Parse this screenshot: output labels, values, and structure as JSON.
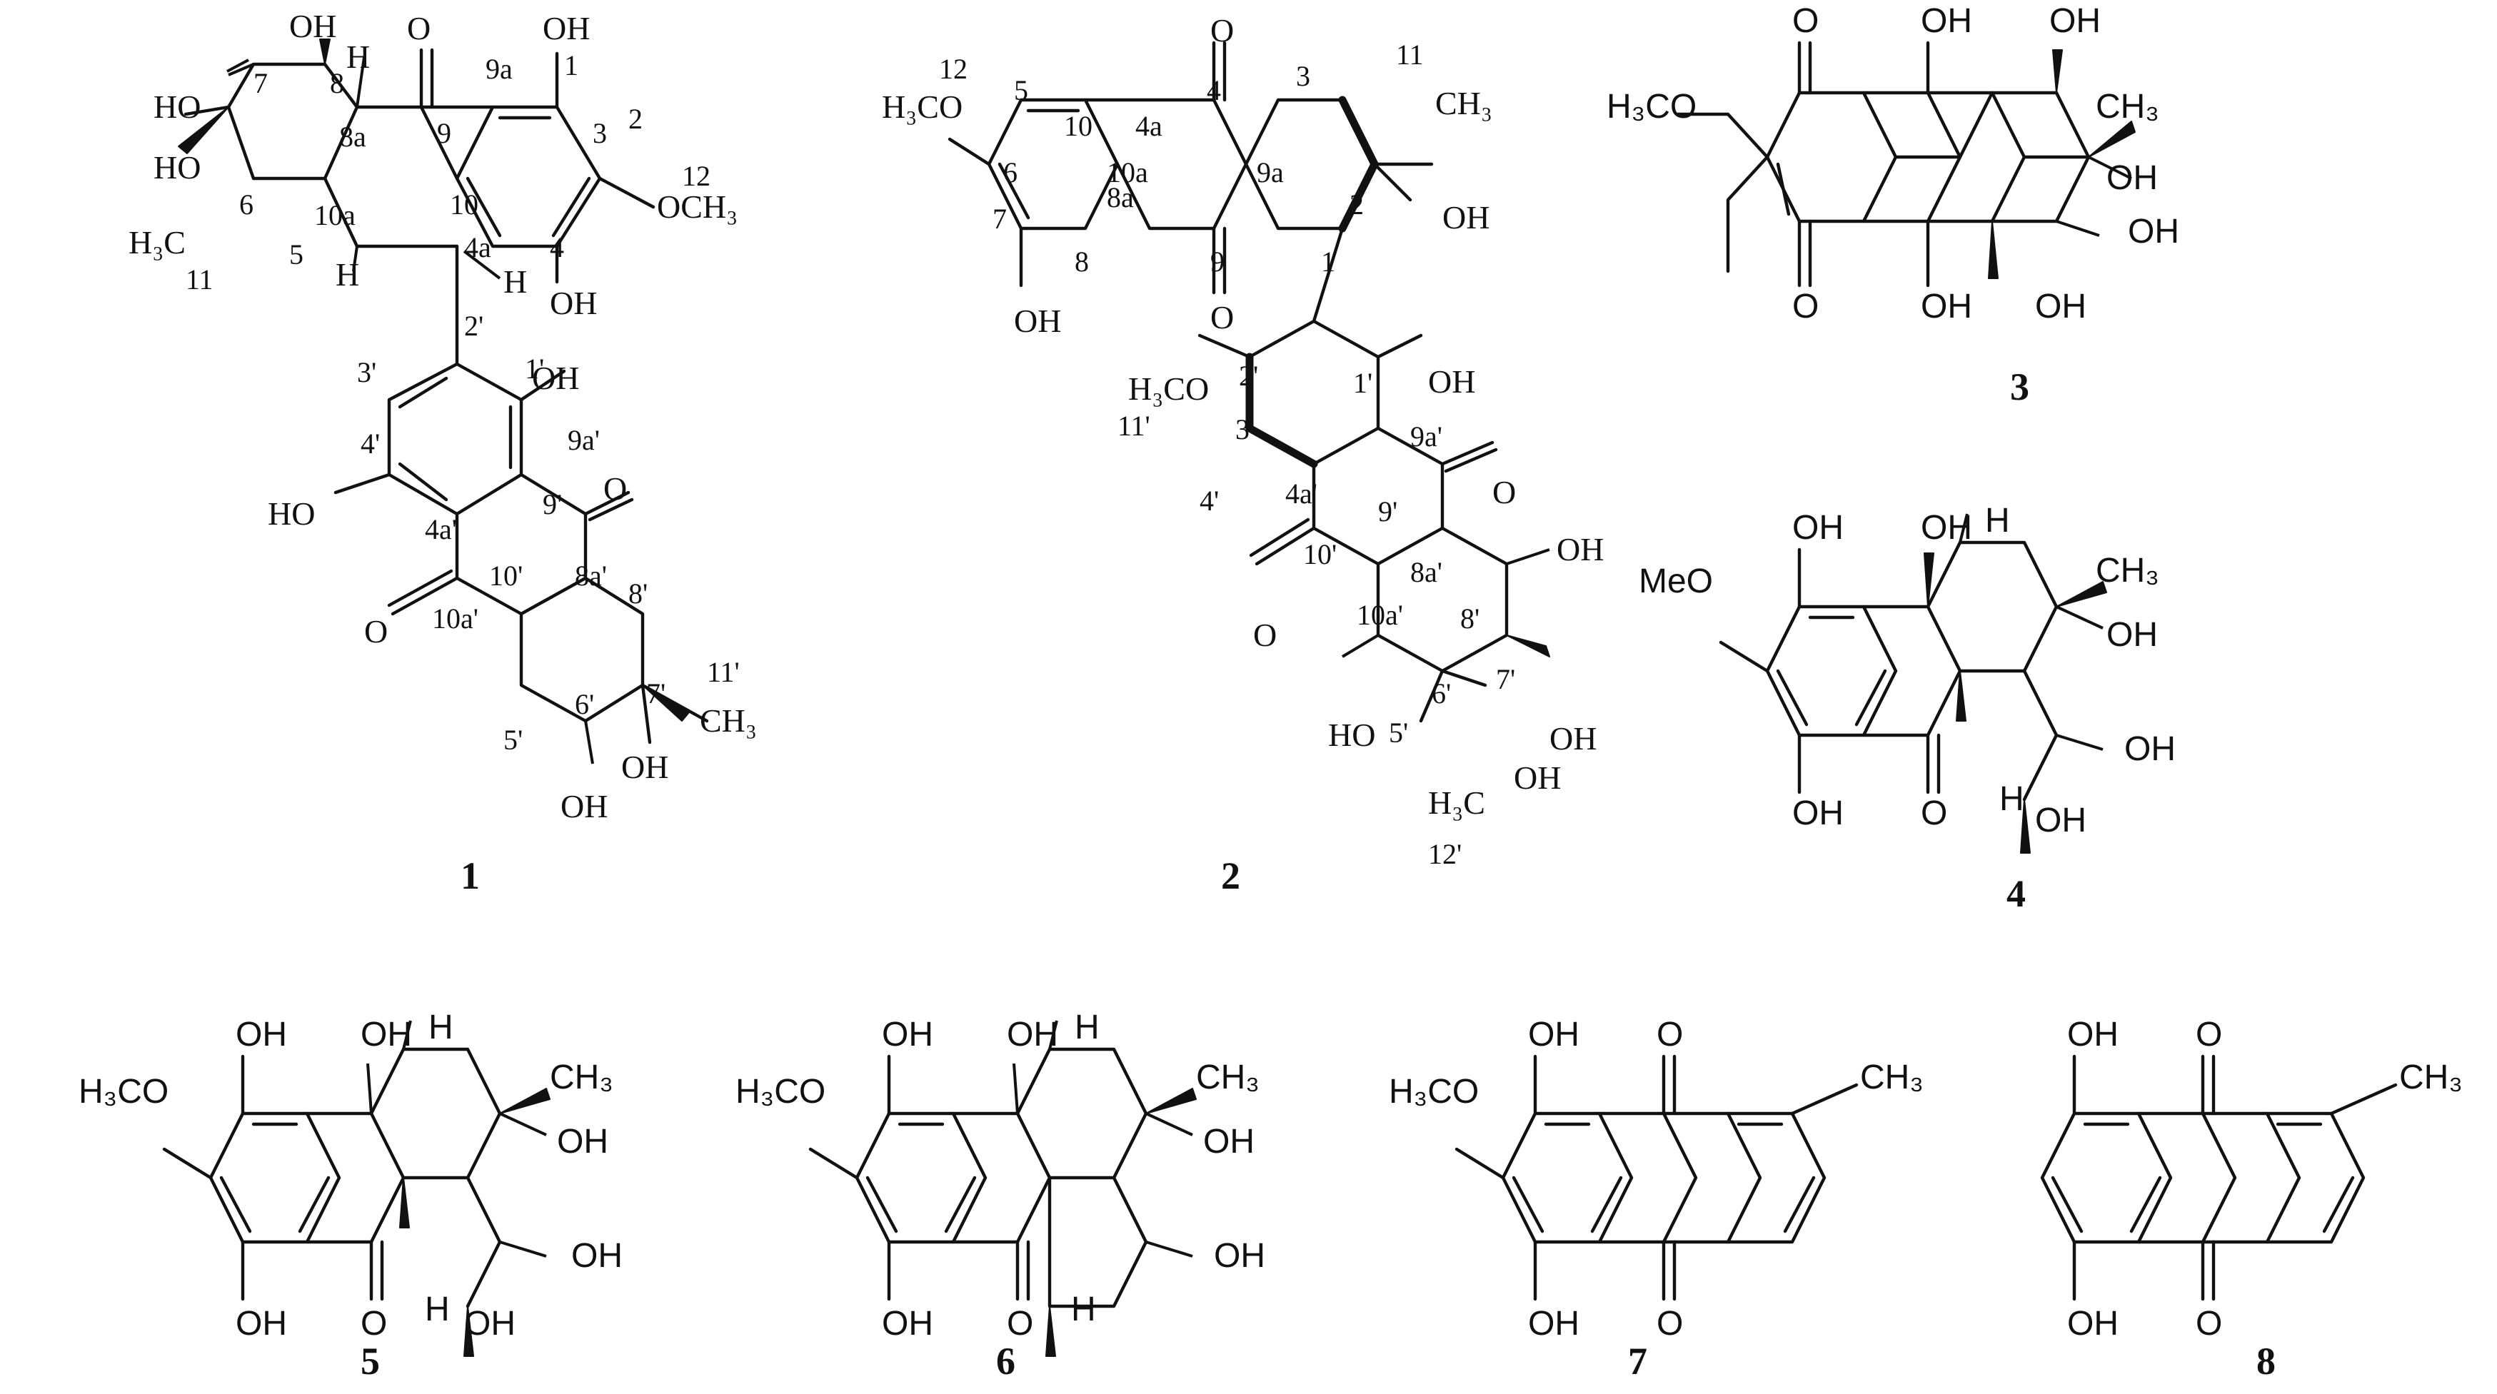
{
  "compounds": [
    {
      "number": "1",
      "labels": [
        "OH",
        "O",
        "OH",
        "HO",
        "H",
        "HO",
        "H₃C",
        "H",
        "H",
        "OCH₃",
        "OH",
        "OH",
        "HO",
        "O",
        "O",
        "CH₃",
        "OH",
        "OH"
      ],
      "numbering": [
        "7",
        "8",
        "9",
        "9a",
        "1",
        "2",
        "3",
        "12",
        "8a",
        "10a",
        "10",
        "6",
        "11",
        "5",
        "4a",
        "4",
        "2'",
        "1'",
        "3'",
        "4'",
        "9a'",
        "9'",
        "4a'",
        "10'",
        "8a'",
        "10a'",
        "8'",
        "7'",
        "11'",
        "5'",
        "6'"
      ]
    },
    {
      "number": "2",
      "labels": [
        "O",
        "H₃CO",
        "CH₃",
        "OH",
        "O",
        "OH",
        "H₃CO",
        "OH",
        "O",
        "O",
        "OH",
        "HO",
        "OH",
        "OH",
        "H₃C"
      ],
      "numbering": [
        "12",
        "5",
        "10",
        "4a",
        "4",
        "3",
        "11",
        "6",
        "10a",
        "8a",
        "9a",
        "2",
        "7",
        "8",
        "9",
        "1",
        "2'",
        "1'",
        "11'",
        "3'",
        "9a'",
        "4'",
        "4a'",
        "9'",
        "10'",
        "8a'",
        "10a'",
        "8'",
        "7'",
        "6'",
        "5'",
        "12'"
      ]
    },
    {
      "number": "3",
      "labels": [
        "O",
        "OH",
        "OH",
        "H₃CO",
        "CH₃",
        "OH",
        "OH",
        "O",
        "OH",
        "OH"
      ]
    },
    {
      "number": "4",
      "labels": [
        "OH",
        "OH",
        "H",
        "MeO",
        "CH₃",
        "OH",
        "OH",
        "OH",
        "O",
        "H",
        "OH"
      ]
    },
    {
      "number": "5",
      "labels": [
        "OH",
        "OH",
        "H",
        "H₃CO",
        "CH₃",
        "OH",
        "OH",
        "OH",
        "O",
        "H",
        "OH"
      ]
    },
    {
      "number": "6",
      "labels": [
        "OH",
        "OH",
        "H",
        "H₃CO",
        "CH₃",
        "OH",
        "OH",
        "OH",
        "O",
        "H"
      ]
    },
    {
      "number": "7",
      "labels": [
        "OH",
        "O",
        "H₃CO",
        "CH₃",
        "OH",
        "O"
      ]
    },
    {
      "number": "8",
      "labels": [
        "OH",
        "O",
        "CH₃",
        "OH",
        "O"
      ]
    }
  ]
}
